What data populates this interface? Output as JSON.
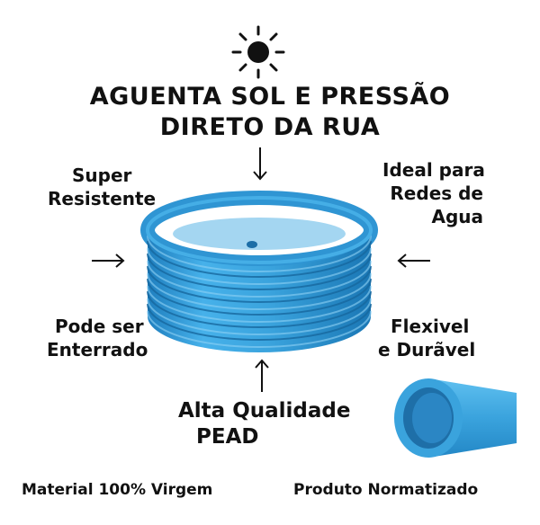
{
  "headline": {
    "line1": "AGUENTA SOL E PRESSÃO",
    "line2": "DIRETO DA RUA",
    "icon": "sun-icon"
  },
  "features": {
    "top_left": [
      "Super",
      "Resistente"
    ],
    "top_right": [
      "Ideal para",
      "Redes de",
      "Agua"
    ],
    "bottom_left": [
      "Pode ser",
      "Enterrado"
    ],
    "bottom_right": [
      "Flexivel",
      "e Durãvel"
    ],
    "bottom_center": [
      "Alta Qualidade",
      "PEAD"
    ]
  },
  "footer": {
    "left": "Material 100% Virgem",
    "right": "Produto Normatizado"
  },
  "colors": {
    "pipe_blue": "#3aa3dd",
    "pipe_dark": "#1f7fbf",
    "text": "#111111"
  },
  "icons": [
    "sun-icon",
    "arrow-down-icon",
    "arrow-up-icon",
    "arrow-right-icon",
    "arrow-left-icon",
    "pipe-coil-image",
    "pipe-section-image"
  ]
}
